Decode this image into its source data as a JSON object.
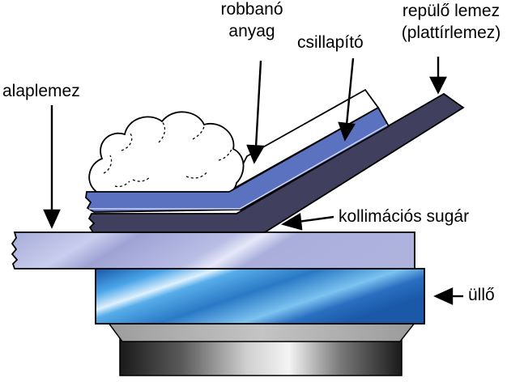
{
  "labels": {
    "explosive": [
      "robbanó",
      "anyag"
    ],
    "buffer": "csillapító",
    "flyer": [
      "repülő lemez",
      "(plattírlemez)"
    ],
    "base": "alaplemez",
    "jet": "kollimációs sugár",
    "anvil": "üllő"
  },
  "colors": {
    "base_plate": "#aab0dc",
    "anvil": "#3a86cc",
    "buffer": "#5a72c0",
    "flyer": "#40405e",
    "support": "#a8a8a8",
    "explosive_cloud": "#ffffff"
  },
  "icons": [
    "arrow-down-icon",
    "arrow-left-icon"
  ]
}
